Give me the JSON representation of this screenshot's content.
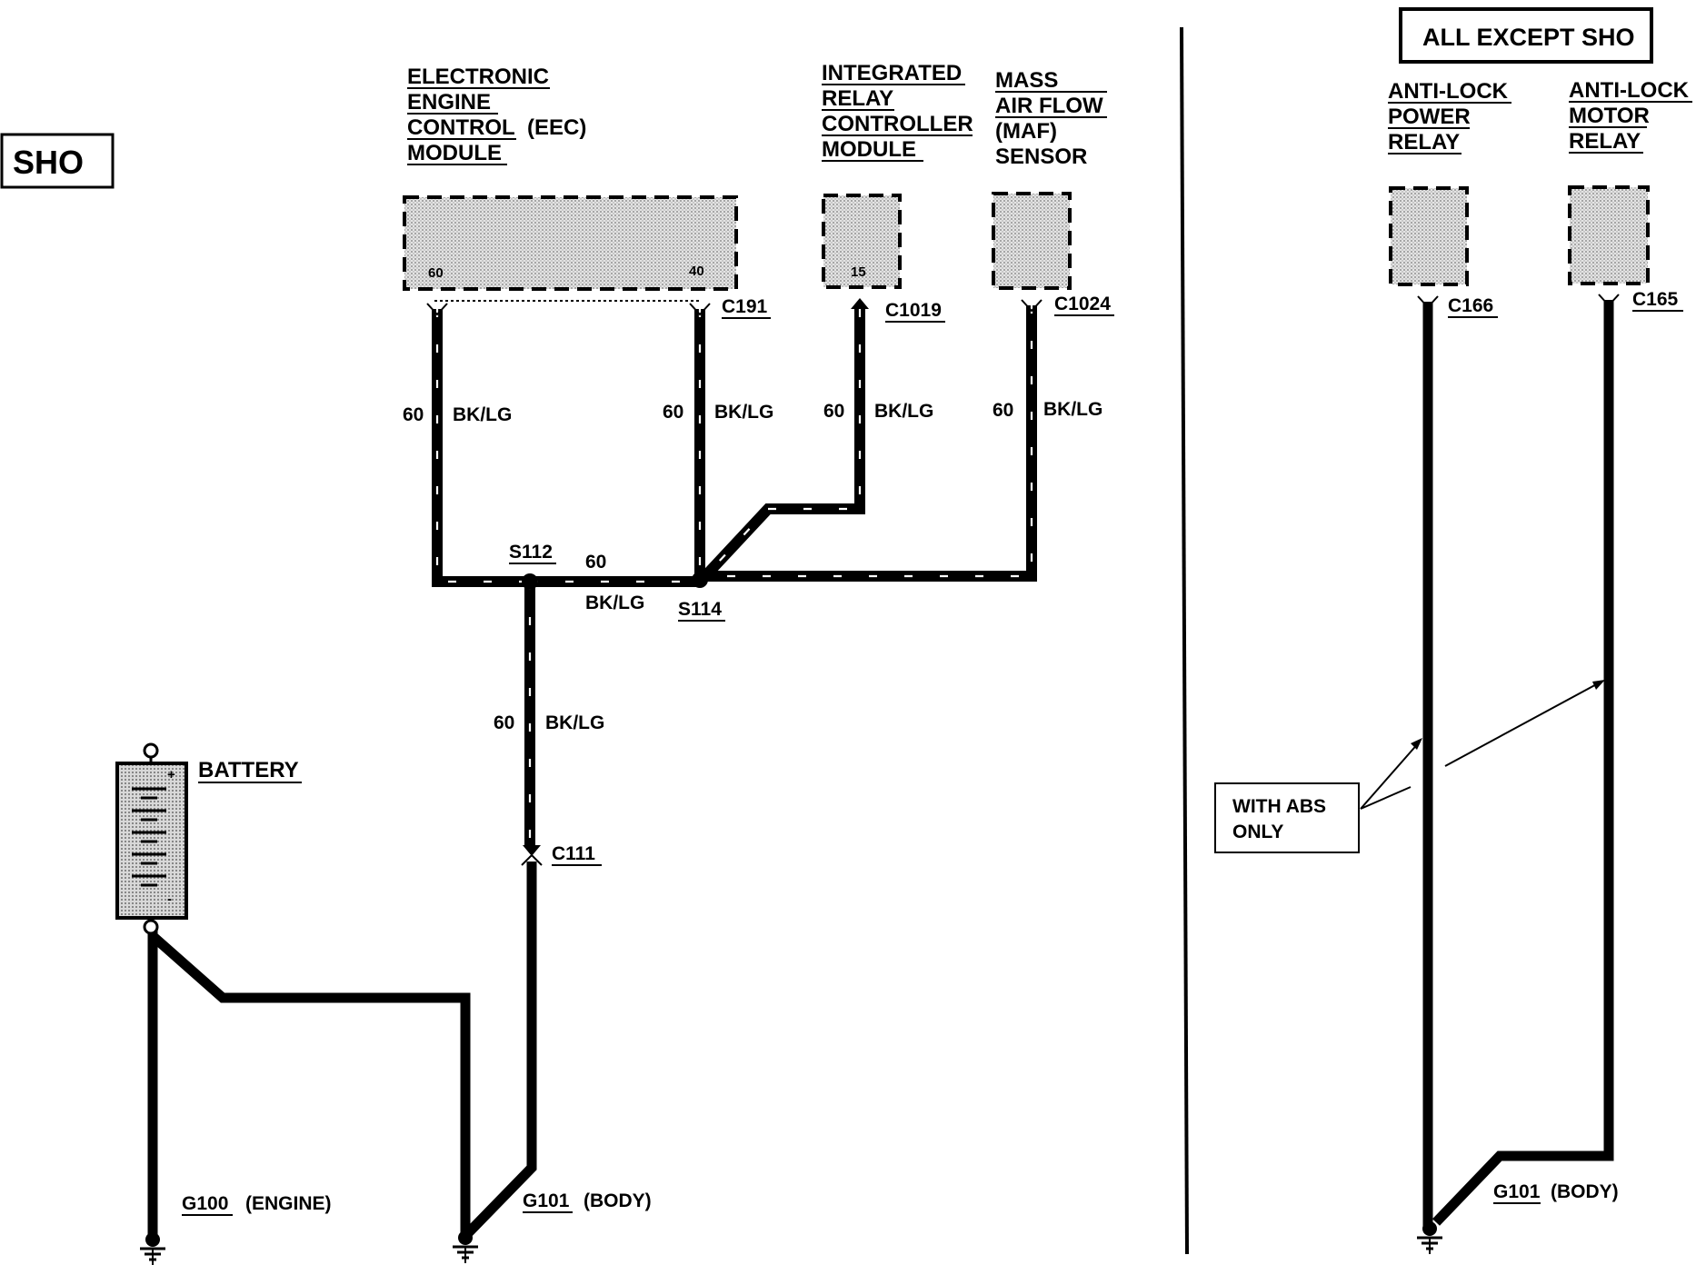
{
  "diagram": {
    "sho_box": "SHO",
    "all_except_box": "ALL EXCEPT SHO",
    "components": {
      "eec": {
        "lines": [
          "ELECTRONIC",
          "ENGINE",
          "CONTROL",
          "MODULE"
        ],
        "abbrev": "(EEC)",
        "pin_left": "60",
        "pin_right": "40",
        "connector": "C191"
      },
      "relay_controller": {
        "lines": [
          "INTEGRATED",
          "RELAY",
          "CONTROLLER",
          "MODULE"
        ],
        "pin": "15",
        "connector": "C1019"
      },
      "maf": {
        "lines": [
          "MASS",
          "AIR FLOW",
          "(MAF)",
          "SENSOR"
        ],
        "connector": "C1024"
      },
      "abs_power_relay": {
        "lines": [
          "ANTI-LOCK",
          "POWER",
          "RELAY"
        ],
        "connector": "C166"
      },
      "abs_motor_relay": {
        "lines": [
          "ANTI-LOCK",
          "MOTOR",
          "RELAY"
        ],
        "connector": "C165"
      },
      "battery": {
        "label": "BATTERY",
        "plus": "+",
        "minus": "-"
      }
    },
    "wire_circuit": "60",
    "wire_color": "BK/LG",
    "splices": {
      "s112": "S112",
      "s114": "S114"
    },
    "connectors": {
      "c111": "C111"
    },
    "grounds": {
      "g100": {
        "id": "G100",
        "where": "(ENGINE)"
      },
      "g101_left": {
        "id": "G101",
        "where": "(BODY)"
      },
      "g101_right": {
        "id": "G101",
        "where": "(BODY)"
      }
    },
    "note": {
      "lines": [
        "WITH ABS",
        "ONLY"
      ]
    }
  }
}
